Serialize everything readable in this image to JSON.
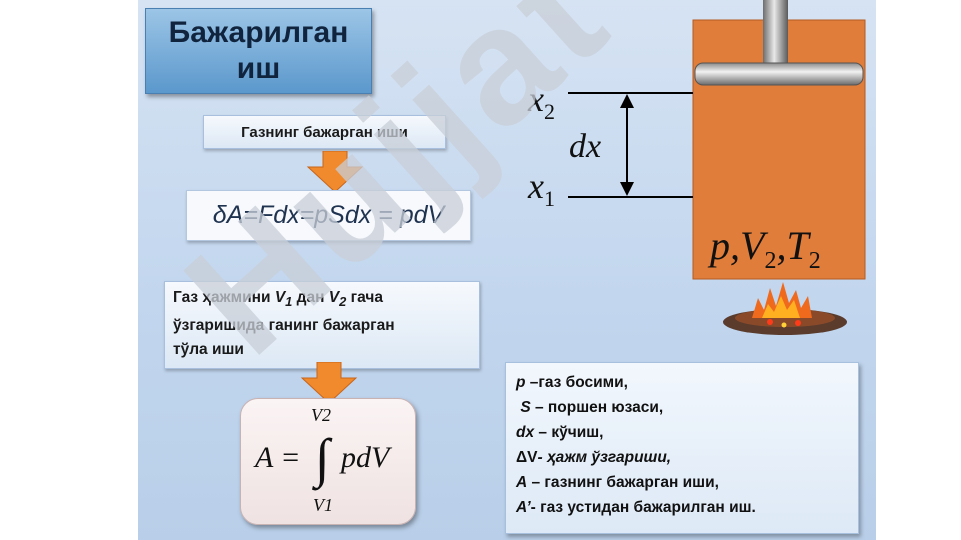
{
  "title": "Бажарилган\nиш",
  "work_label": "Газнинг бажарган иши",
  "formula_elementary": "δA=Fdx=pSdx = pdV",
  "change_label": {
    "line1_pre": "Газ ҳажмини ",
    "v1": "V",
    "v1_sub": "1",
    "line1_mid": " дан ",
    "v2": "V",
    "v2_sub": "2",
    "line1_post": "  гача",
    "line2": "ўзгаришида ганинг бажарган",
    "line3": "тўла иши"
  },
  "integral": {
    "lhs": "A =",
    "upper": "V2",
    "lower": "V1",
    "integrand": "pdV"
  },
  "diagram": {
    "x_upper": "x",
    "x_upper_sub": "2",
    "x_lower": "x",
    "x_lower_sub": "1",
    "dx": "dx",
    "state": "p,V",
    "state_sub": "2",
    "state_t": ",T",
    "state_t_sub": "2"
  },
  "legend": [
    {
      "sym": "p",
      "text": " –газ босими,"
    },
    {
      "sym": "S",
      "text": " – поршен юзаси,"
    },
    {
      "sym": "dx",
      "text": " – кўчиш,"
    },
    {
      "sym": "ΔV",
      "text": "- ҳажм ўзгариши,"
    },
    {
      "sym": "A",
      "text": " – газнинг бажарган иши,"
    },
    {
      "sym": "A’",
      "text": "- газ устидан бажарилган иш."
    }
  ],
  "watermark": "Hujjat",
  "colors": {
    "cylinder": "#e07d3b",
    "arrow": "#f08a2c",
    "title_bg": "#5b98cc",
    "watermark": "#c9cfd8"
  }
}
